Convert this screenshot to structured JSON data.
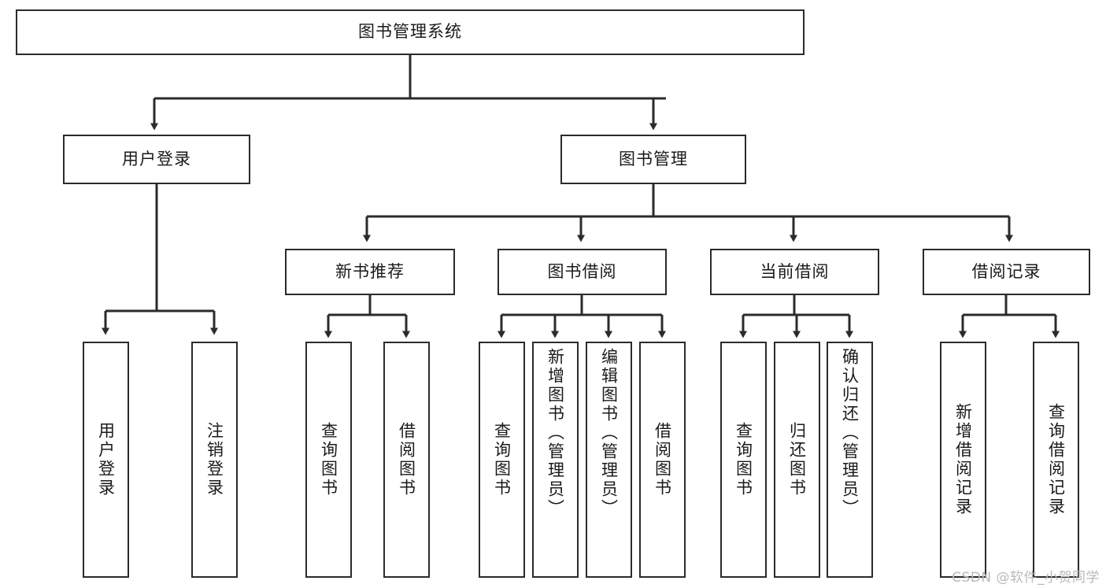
{
  "diagram": {
    "type": "tree-hierarchy-chart",
    "title": "图书管理系统",
    "root": {
      "id": "root",
      "label": "图书管理系统",
      "level": 0
    },
    "level1": [
      {
        "id": "user-login",
        "label": "用户登录"
      },
      {
        "id": "book-management",
        "label": "图书管理"
      }
    ],
    "level2": [
      {
        "id": "new-book-recommend",
        "label": "新书推荐",
        "parent": "book-management"
      },
      {
        "id": "book-borrow",
        "label": "图书借阅",
        "parent": "book-management"
      },
      {
        "id": "current-borrow",
        "label": "当前借阅",
        "parent": "book-management"
      },
      {
        "id": "borrow-record",
        "label": "借阅记录",
        "parent": "book-management"
      }
    ],
    "leaves": {
      "user-login": [
        {
          "id": "leaf-user-login",
          "label": "用户登录"
        },
        {
          "id": "leaf-logout-login",
          "label": "注销登录"
        }
      ],
      "new-book-recommend": [
        {
          "id": "leaf-query-book-1",
          "label": "查询图书"
        },
        {
          "id": "leaf-borrow-book-1",
          "label": "借阅图书"
        }
      ],
      "book-borrow": [
        {
          "id": "leaf-query-book-2",
          "label": "查询图书"
        },
        {
          "id": "leaf-add-book",
          "label": "新增图书（管理员）"
        },
        {
          "id": "leaf-edit-book",
          "label": "编辑图书（管理员）"
        },
        {
          "id": "leaf-borrow-book-2",
          "label": "借阅图书"
        }
      ],
      "current-borrow": [
        {
          "id": "leaf-query-book-3",
          "label": "查询图书"
        },
        {
          "id": "leaf-return-book",
          "label": "归还图书"
        },
        {
          "id": "leaf-confirm-return",
          "label": "确认归还（管理员）"
        }
      ],
      "borrow-record": [
        {
          "id": "leaf-add-borrow-record",
          "label": "新增借阅记录"
        },
        {
          "id": "leaf-query-borrow-record",
          "label": "查询借阅记录"
        }
      ]
    },
    "colors": {
      "stroke": "#2b2b2b",
      "fill": "#ffffff",
      "text": "#1a1a1a",
      "watermark": "#b9b9b9"
    }
  },
  "watermark": {
    "text": "CSDN @软件_小贺同学"
  }
}
